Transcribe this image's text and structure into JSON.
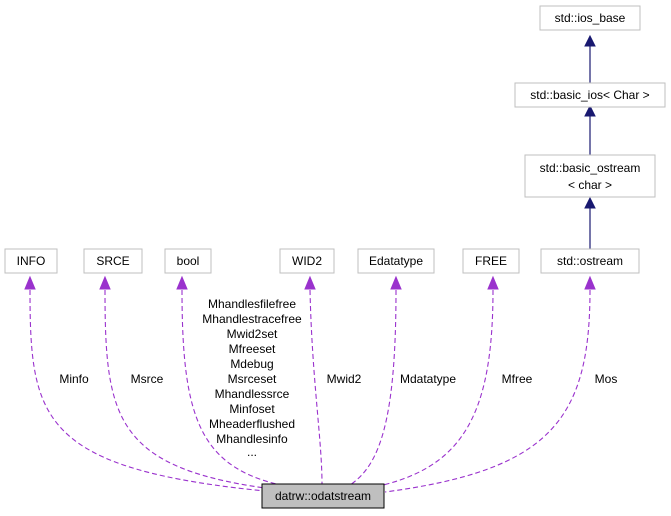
{
  "nodes": {
    "ios_base": "std::ios_base",
    "basic_ios": "std::basic_ios< Char >",
    "basic_ostream_line1": "std::basic_ostream",
    "basic_ostream_line2": "< char >",
    "ostream": "std::ostream",
    "info": "INFO",
    "srce": "SRCE",
    "bool": "bool",
    "wid2": "WID2",
    "edatatype": "Edatatype",
    "free": "FREE",
    "main": "datrw::odatstream"
  },
  "edge_labels": {
    "minfo": "Minfo",
    "msrce": "Msrce",
    "bool_members": [
      "Mhandlesfilefree",
      "Mhandlestracefree",
      "Mwid2set",
      "Mfreeset",
      "Mdebug",
      "Msrceset",
      "Mhandlessrce",
      "Minfoset",
      "Mheaderflushed",
      "Mhandlesinfo",
      "..."
    ],
    "mwid2": "Mwid2",
    "mdatatype": "Mdatatype",
    "mfree": "Mfree",
    "mos": "Mos"
  },
  "colors": {
    "inheritance_edge": "#191970",
    "usage_edge": "#9a32cd",
    "node_border": "#bfbfbf",
    "main_node_fill": "#bfbfbf"
  }
}
